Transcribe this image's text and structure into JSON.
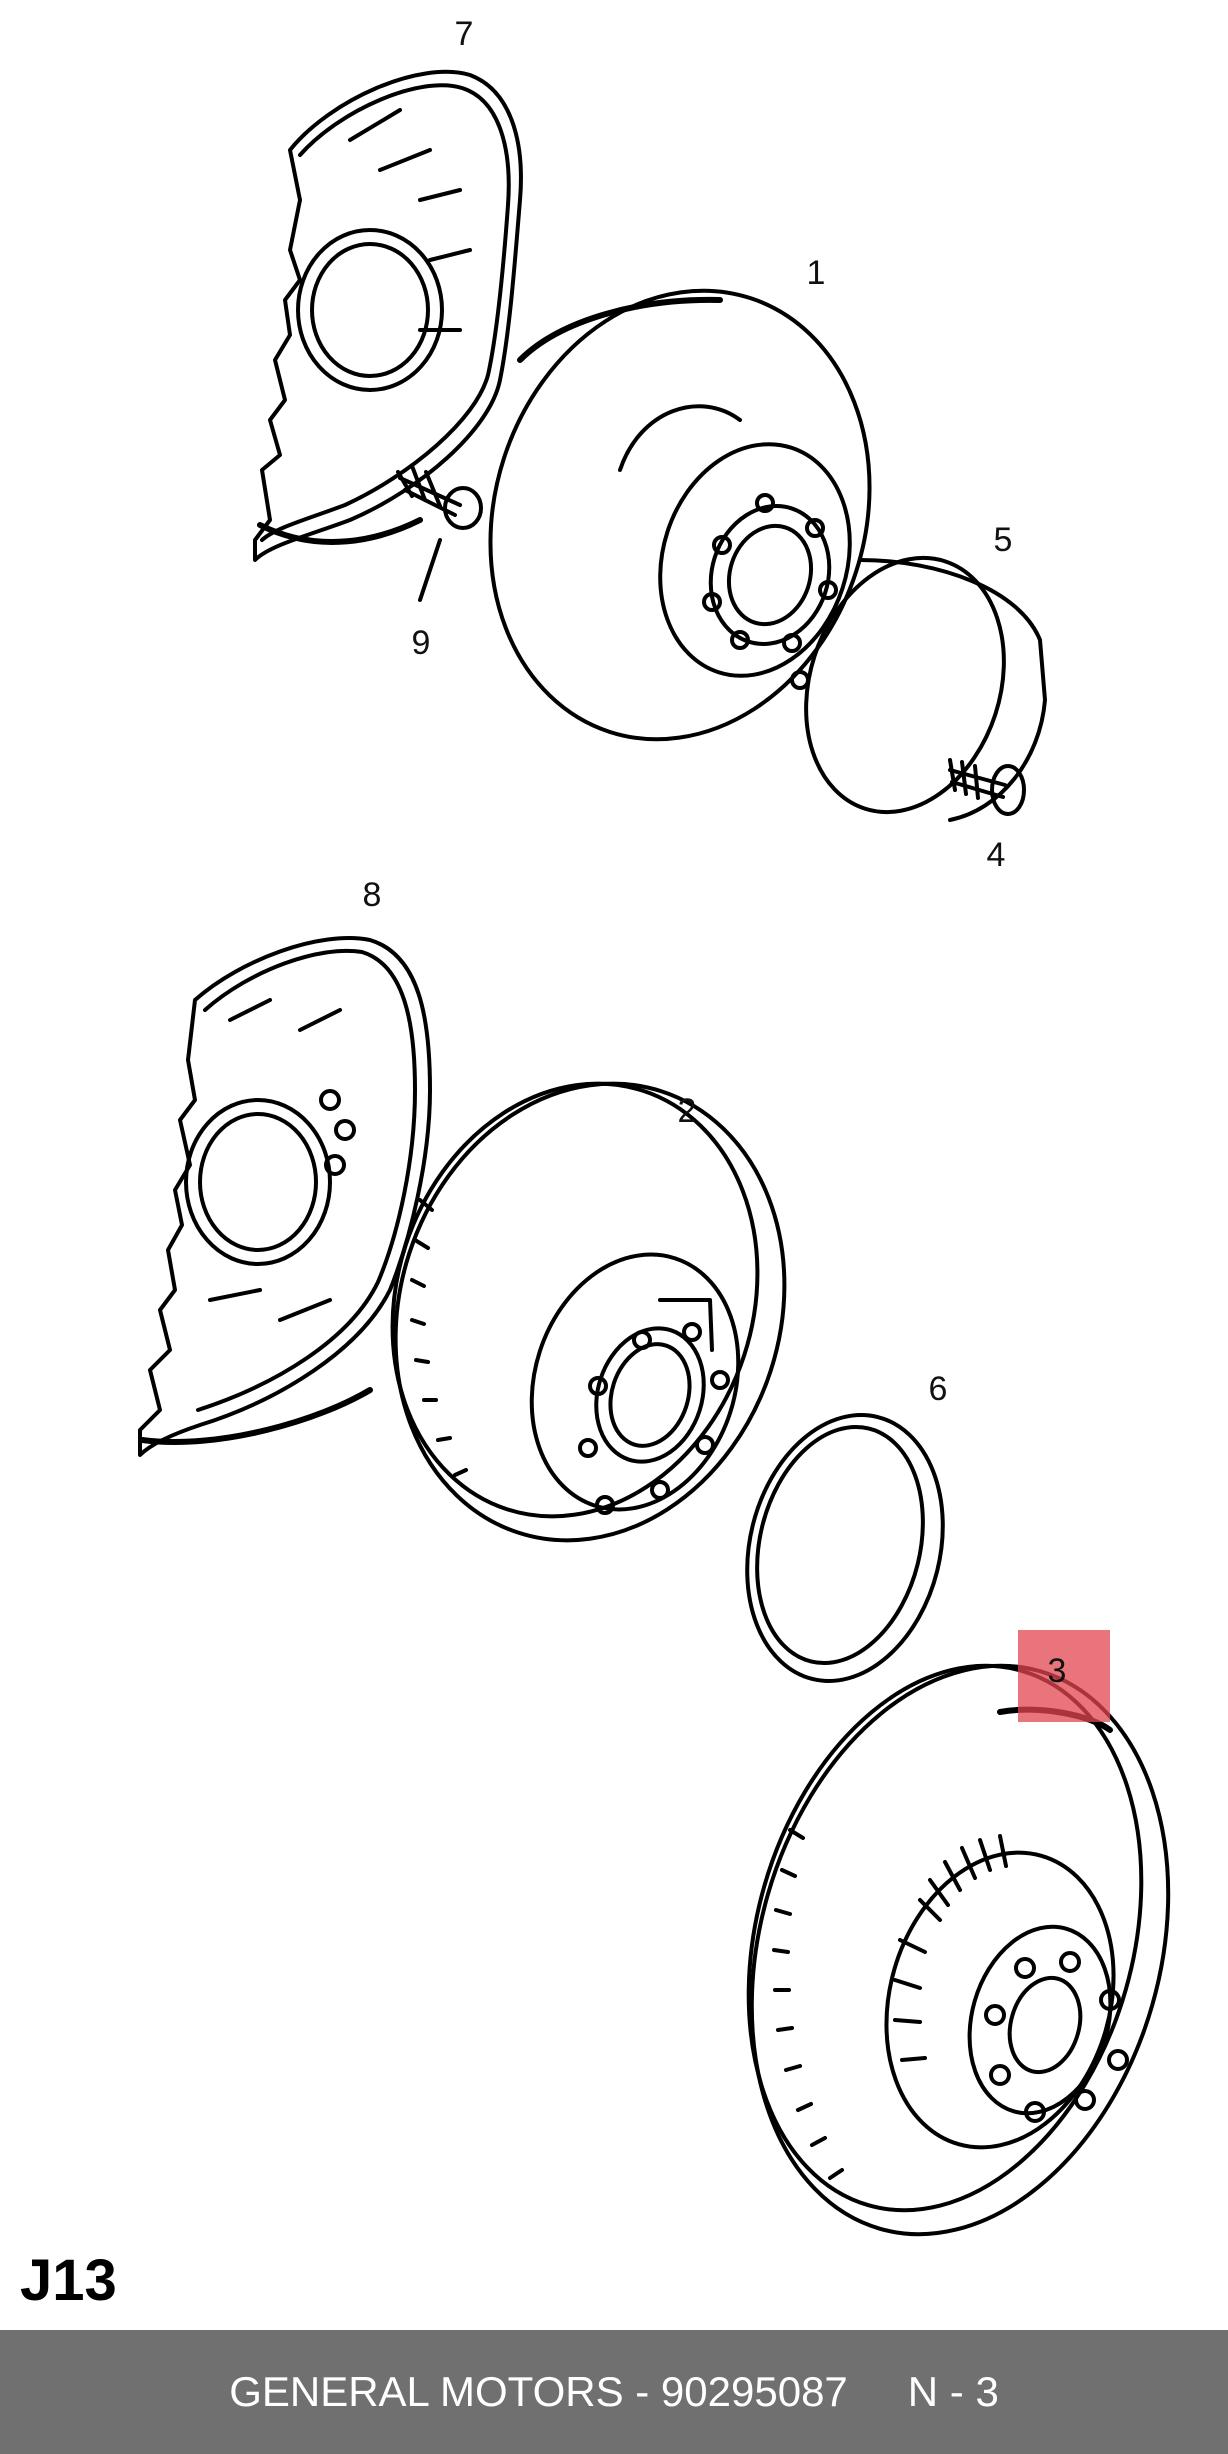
{
  "callouts": {
    "c1": "1",
    "c2": "2",
    "c3": "3",
    "c4": "4",
    "c5": "5",
    "c6": "6",
    "c7": "7",
    "c8": "8",
    "c9": "9"
  },
  "highlighted_part": "3",
  "page_code": "J13",
  "footer": {
    "brand_part": "GENERAL MOTORS - 90295087",
    "page_ref": "N - 3"
  },
  "colors": {
    "highlight": "#e24650",
    "footer_bg": "#707070",
    "line": "#000000"
  }
}
